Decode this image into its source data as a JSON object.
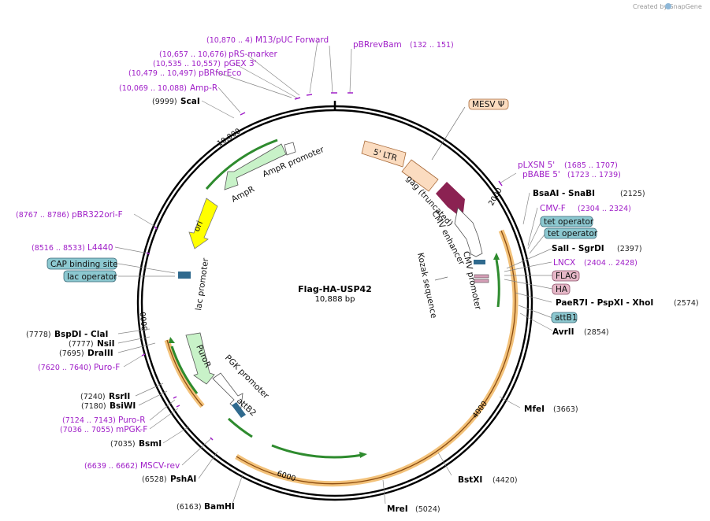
{
  "credit": "Created by SnapGene",
  "plasmid": {
    "name": "Flag-HA-USP42",
    "size": "10,888 bp"
  },
  "ticks": {
    "t10000": "10,000",
    "t2000": "2000",
    "t4000": "4000",
    "t6000": "6000",
    "t8000": "8000"
  },
  "features": {
    "mesv_psi": "MESV Ψ",
    "ltr5": "5' LTR",
    "gag": "gag (truncated)",
    "cmv_enhancer": "CMV enhancer",
    "cmv_promoter": "CMV promoter",
    "kozak": "Kozak sequence",
    "ampr_promoter": "AmpR promoter",
    "ampr": "AmpR",
    "ori": "ori",
    "lac_promoter": "lac promoter",
    "cap_binding": "CAP binding site",
    "lac_operator": "lac operator",
    "puror": "PuroR",
    "pgk_promoter": "PGK promoter",
    "attb2": "attB2",
    "tet_operator_1": "tet operator",
    "tet_operator_2": "tet operator",
    "flag": "FLAG",
    "ha": "HA",
    "attb1": "attB1"
  },
  "primers": {
    "m13puc": {
      "name": "M13/pUC Forward",
      "pos": "(10,870 .. 4)"
    },
    "pbrrevbam": {
      "name": "pBRrevBam",
      "pos": "(132 .. 151)"
    },
    "prs_marker": {
      "name": "pRS-marker",
      "pos": "(10,657 .. 10,676)"
    },
    "pgex3": {
      "name": "pGEX 3'",
      "pos": "(10,535 .. 10,557)"
    },
    "pbrforeco": {
      "name": "pBRforEco",
      "pos": "(10,479 .. 10,497)"
    },
    "ampr": {
      "name": "Amp-R",
      "pos": "(10,069 .. 10,088)"
    },
    "pbr322ori": {
      "name": "pBR322ori-F",
      "pos": "(8767 .. 8786)"
    },
    "l4440": {
      "name": "L4440",
      "pos": "(8516 .. 8533)"
    },
    "puro_f": {
      "name": "Puro-F",
      "pos": "(7620 .. 7640)"
    },
    "puro_r": {
      "name": "Puro-R",
      "pos": "(7124 .. 7143)"
    },
    "mpgk_f": {
      "name": "mPGK-F",
      "pos": "(7036 .. 7055)"
    },
    "mscv_rev": {
      "name": "MSCV-rev",
      "pos": "(6639 .. 6662)"
    },
    "plxsn5": {
      "name": "pLXSN 5'",
      "pos": "(1685 .. 1707)"
    },
    "pbabe5": {
      "name": "pBABE 5'",
      "pos": "(1723 .. 1739)"
    },
    "cmv_f": {
      "name": "CMV-F",
      "pos": "(2304 .. 2324)"
    },
    "lncx": {
      "name": "LNCX",
      "pos": "(2404 .. 2428)"
    }
  },
  "enzymes": {
    "scai": {
      "name": "ScaI",
      "pos": "(9999)"
    },
    "bspdi": {
      "name": "BspDI  - ClaI",
      "pos": "(7778)"
    },
    "nsii": {
      "name": "NsiI",
      "pos": "(7777)"
    },
    "draiii": {
      "name": "DraIII",
      "pos": "(7695)"
    },
    "rsrii": {
      "name": "RsrII",
      "pos": "(7240)"
    },
    "bsiwi": {
      "name": "BsiWI",
      "pos": "(7180)"
    },
    "bsmi": {
      "name": "BsmI",
      "pos": "(7035)"
    },
    "pshai": {
      "name": "PshAI",
      "pos": "(6528)"
    },
    "bamhi": {
      "name": "BamHI",
      "pos": "(6163)"
    },
    "mrei": {
      "name": "MreI",
      "pos": "(5024)"
    },
    "bstxi": {
      "name": "BstXI",
      "pos": "(4420)"
    },
    "mfei": {
      "name": "MfeI",
      "pos": "(3663)"
    },
    "bsaai": {
      "name": "BsaAI  - SnaBI",
      "pos": "(2125)"
    },
    "sali": {
      "name": "SalI  - SgrDI",
      "pos": "(2397)"
    },
    "paer7i": {
      "name": "PaeR7I  - PspXI  - XhoI",
      "pos": "(2574)"
    },
    "avrii": {
      "name": "AvrII",
      "pos": "(2854)"
    }
  }
}
